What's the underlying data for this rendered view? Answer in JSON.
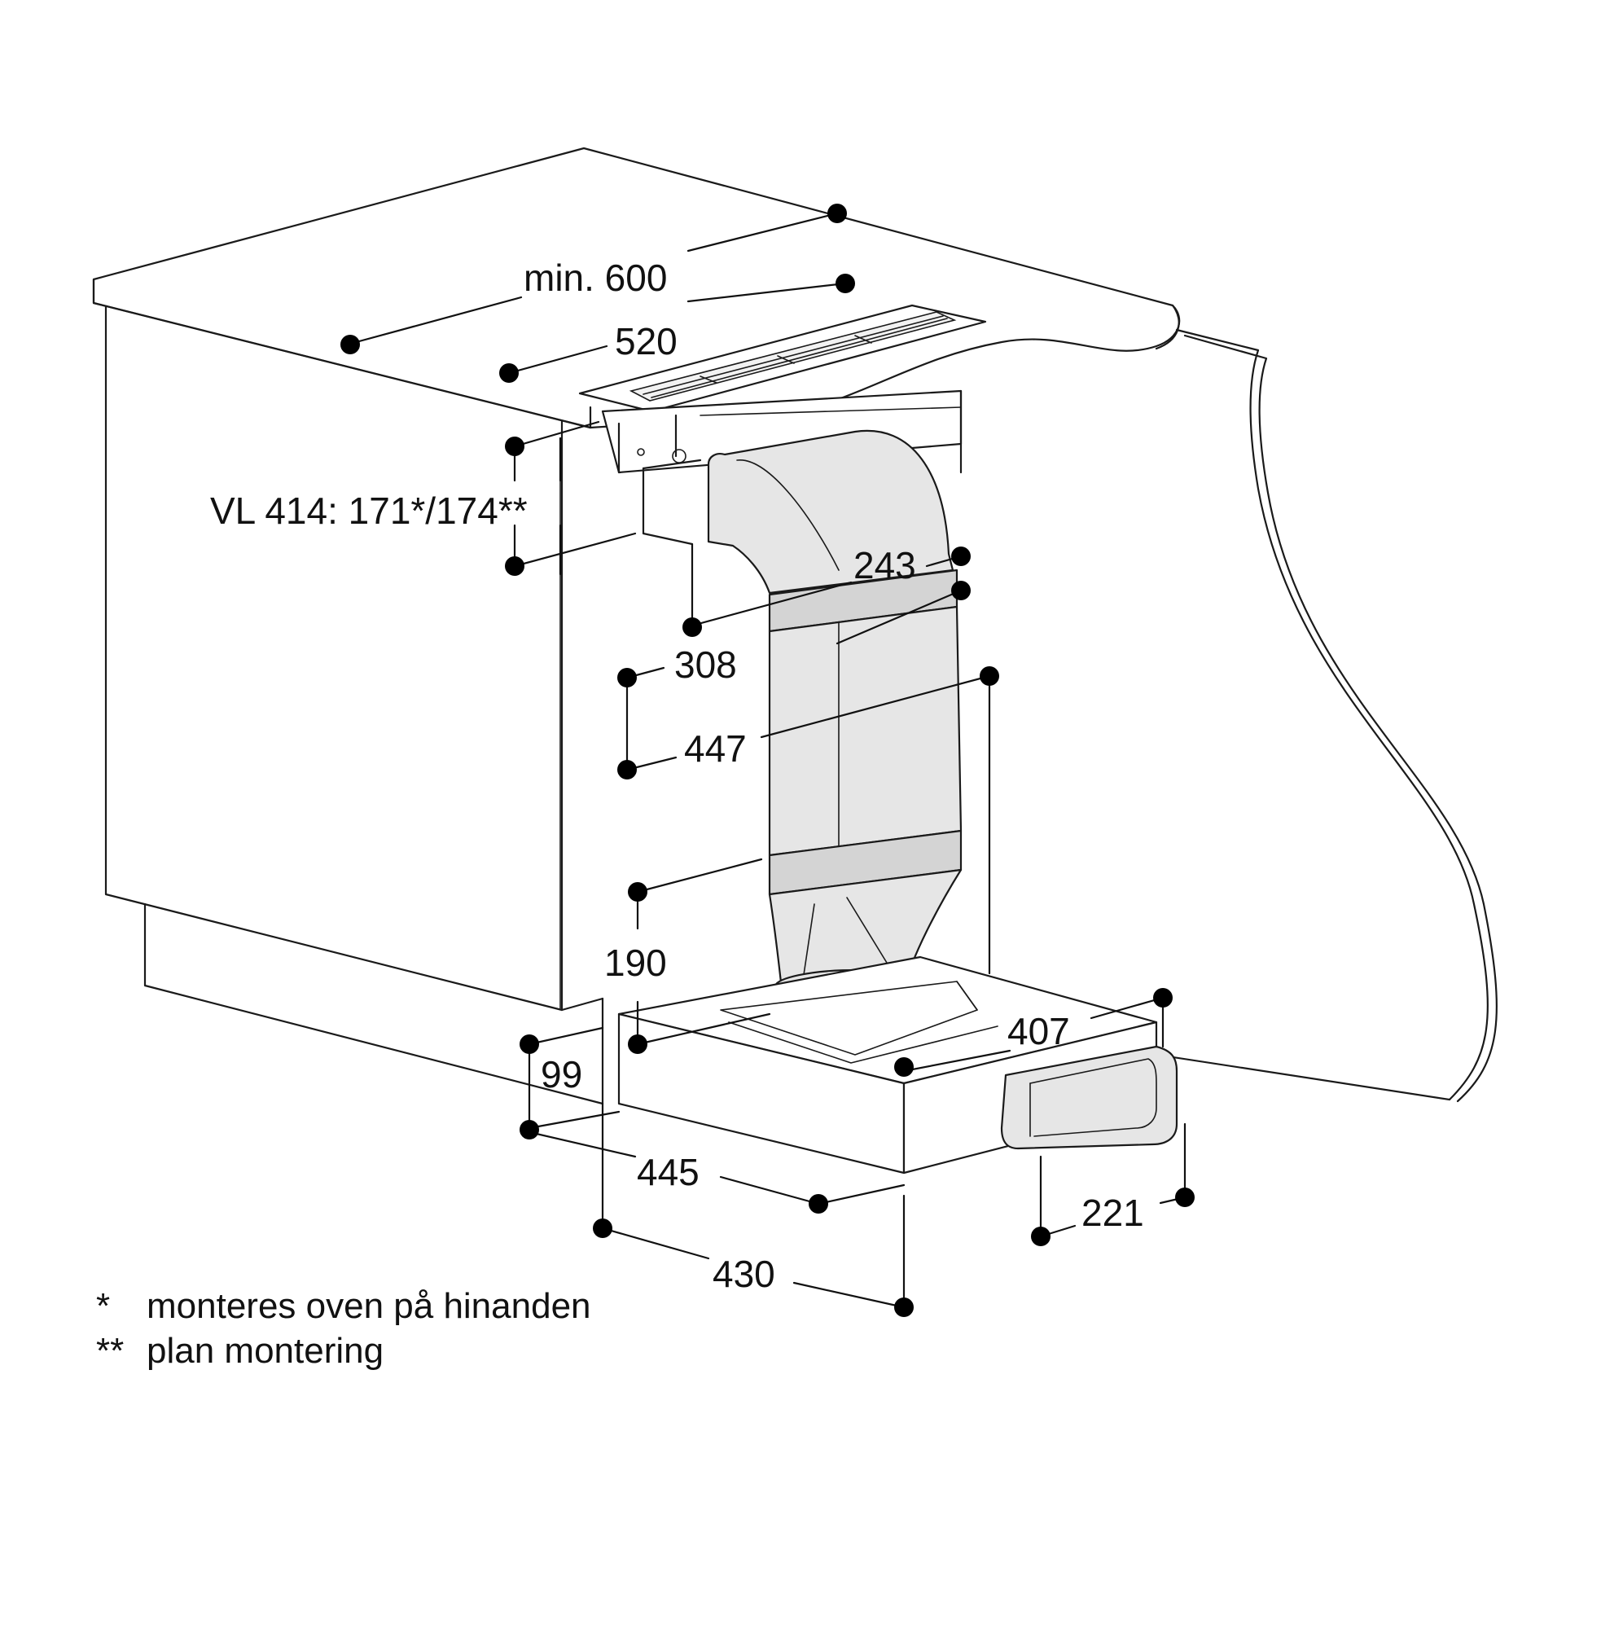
{
  "dimensions": {
    "min_width": "min. 600",
    "cutout_width": "520",
    "vl414": "VL 414: 171*/174**",
    "d243": "243",
    "d308": "308",
    "d447": "447",
    "d190": "190",
    "d407": "407",
    "d99": "99",
    "d445": "445",
    "d221": "221",
    "d430": "430"
  },
  "notes": [
    {
      "marker": "*",
      "text": "monteres oven på hinanden"
    },
    {
      "marker": "**",
      "text": "plan montering"
    }
  ],
  "colors": {
    "line": "#1a1a1a",
    "duct": "#e6e6e6",
    "background": "#ffffff"
  }
}
